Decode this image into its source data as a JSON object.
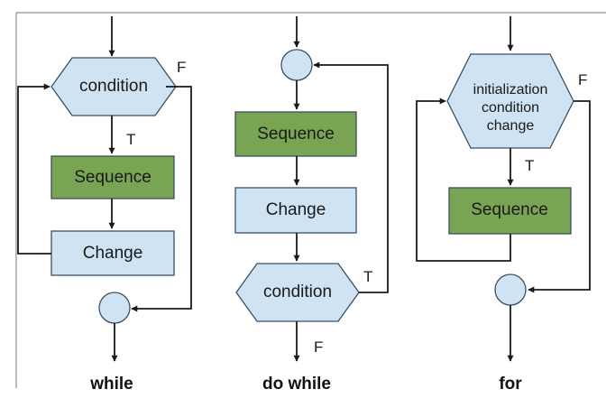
{
  "colors": {
    "light_blue": "#cfe3f2",
    "green": "#78a453",
    "green_border": "#4c7a2f",
    "line": "#1a1a1a",
    "divider": "#9aa3ab"
  },
  "while": {
    "condition": "condition",
    "sequence": "Sequence",
    "change": "Change",
    "true_label": "T",
    "false_label": "F",
    "title": "while"
  },
  "do_while": {
    "sequence": "Sequence",
    "change": "Change",
    "condition": "condition",
    "true_label": "T",
    "false_label": "F",
    "title": "do while"
  },
  "for": {
    "header_line1": "initialization",
    "header_line2": "condition",
    "header_line3": "change",
    "sequence": "Sequence",
    "true_label": "T",
    "false_label": "F",
    "title": "for"
  }
}
